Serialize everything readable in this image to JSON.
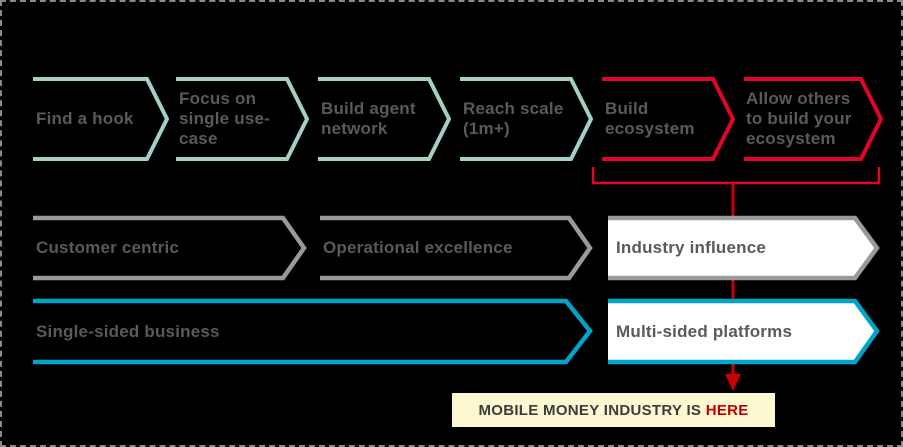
{
  "palette": {
    "teal": "#a4cfc8",
    "red": "#e40329",
    "gray": "#9a9a9a",
    "blue": "#00a4ca",
    "label_text": "#5a5a5a",
    "callout_bg": "#fcf8d2",
    "callout_text": "#3b3b3b",
    "callout_highlight": "#c00000",
    "arrow_red": "#cc0000",
    "background": "#000000",
    "fill_white": "#ffffff"
  },
  "journey_stages": {
    "items": [
      {
        "label": "Find a hook",
        "theme": "teal"
      },
      {
        "label": "Focus on single use-case",
        "theme": "teal"
      },
      {
        "label": "Build agent network",
        "theme": "teal"
      },
      {
        "label": "Reach scale (1m+)",
        "theme": "teal"
      },
      {
        "label": "Build ecosystem",
        "theme": "red"
      },
      {
        "label": "Allow others to build your ecosystem",
        "theme": "red"
      }
    ]
  },
  "capability_row": {
    "items": [
      {
        "label": "Customer centric",
        "filled": false
      },
      {
        "label": "Operational excellence",
        "filled": false
      },
      {
        "label": "Industry influence",
        "filled": true
      }
    ]
  },
  "business_row": {
    "items": [
      {
        "label": "Single-sided business",
        "filled": false
      },
      {
        "label": "Multi-sided platforms",
        "filled": true
      }
    ]
  },
  "callout": {
    "text": "MOBILE MONEY INDUSTRY IS ",
    "highlight": "HERE"
  }
}
